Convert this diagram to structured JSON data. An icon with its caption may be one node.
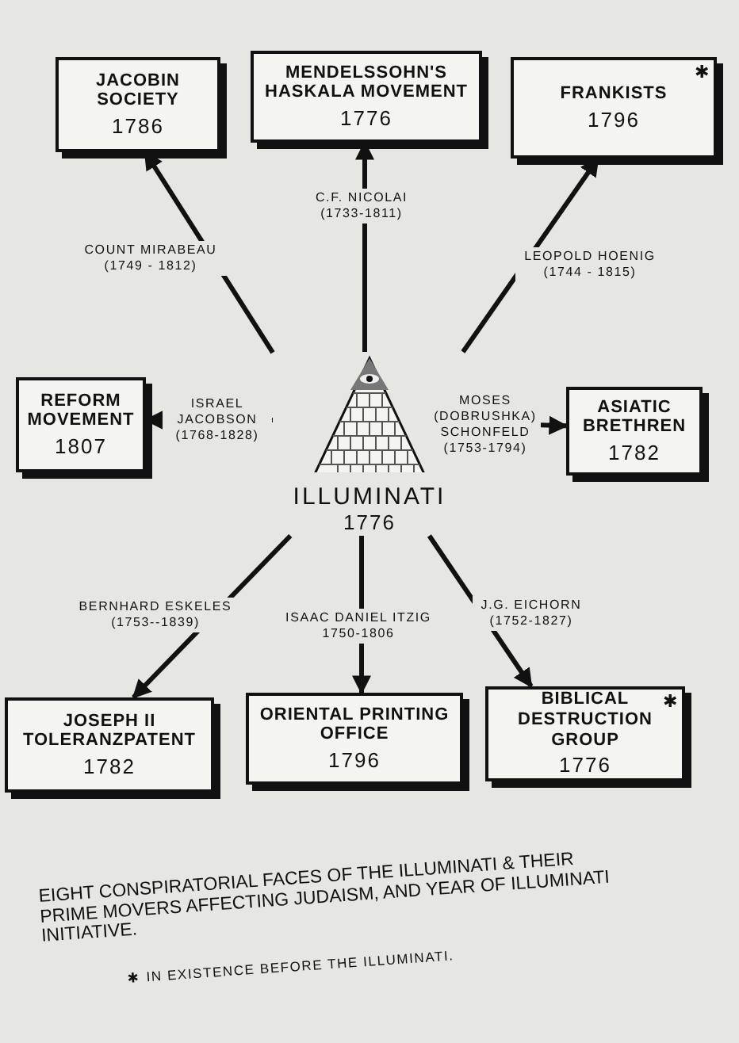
{
  "diagram": {
    "caption": "EIGHT CONSPIRATORIAL FACES OF THE ILLUMINATI & THEIR PRIME MOVERS AFFECTING JUDAISM, AND YEAR OF ILLUMINATI INITIATIVE.",
    "nodes": [
      {
        "text": [
          "JACOBIN SOCIETY",
          "1786"
        ]
      },
      {
        "text": [
          "MENDELSSOHN'S HASKALA MOVEMENT",
          "1776"
        ]
      },
      {
        "text": [
          "FRANKISTS",
          "1796",
          "✱"
        ]
      },
      {
        "text": [
          "REFORM MOVEMENT",
          "1807"
        ]
      },
      {
        "text": [
          "ILLUMINATI",
          "1776"
        ]
      },
      {
        "text": [
          "ASIATIC BRETHREN",
          "1782"
        ]
      },
      {
        "text": [
          "JOSEPH II TOLERANZPATENT",
          "1782"
        ]
      },
      {
        "text": [
          "ORIENTAL PRINTING OFFICE",
          "1796"
        ]
      },
      {
        "text": [
          "BIBLICAL DESTRUCTION GROUP",
          "1776",
          "✱"
        ]
      }
    ],
    "edges": [
      {
        "from": 4,
        "to": 0,
        "arrow": "to",
        "label": "COUNT MIRABEAU (1749 - 1812)"
      },
      {
        "from": 4,
        "to": 1,
        "arrow": "to",
        "label": "C.F. NICOLAI (1733-1811)"
      },
      {
        "from": 4,
        "to": 2,
        "arrow": "to",
        "label": "LEOPOLD HOENIG (1744 - 1815)"
      },
      {
        "from": 4,
        "to": 3,
        "arrow": "to",
        "label": "ISRAEL JACOBSON (1768-1828)"
      },
      {
        "from": 4,
        "to": 5,
        "arrow": "to",
        "label": "MOSES (DOBRUSHKA) SCHONFELD (1753-1794)"
      },
      {
        "from": 4,
        "to": 6,
        "arrow": "to",
        "label": "BERNHARD ESKELES (1753--1839)"
      },
      {
        "from": 4,
        "to": 7,
        "arrow": "to",
        "label": "ISAAC DANIEL ITZIG 1750-1806"
      },
      {
        "from": 4,
        "to": 8,
        "arrow": "to",
        "label": "J.G. EICHORN (1752-1827)"
      }
    ],
    "labels": [
      "✱ IN EXISTENCE BEFORE THE ILLUMINATI."
    ]
  }
}
